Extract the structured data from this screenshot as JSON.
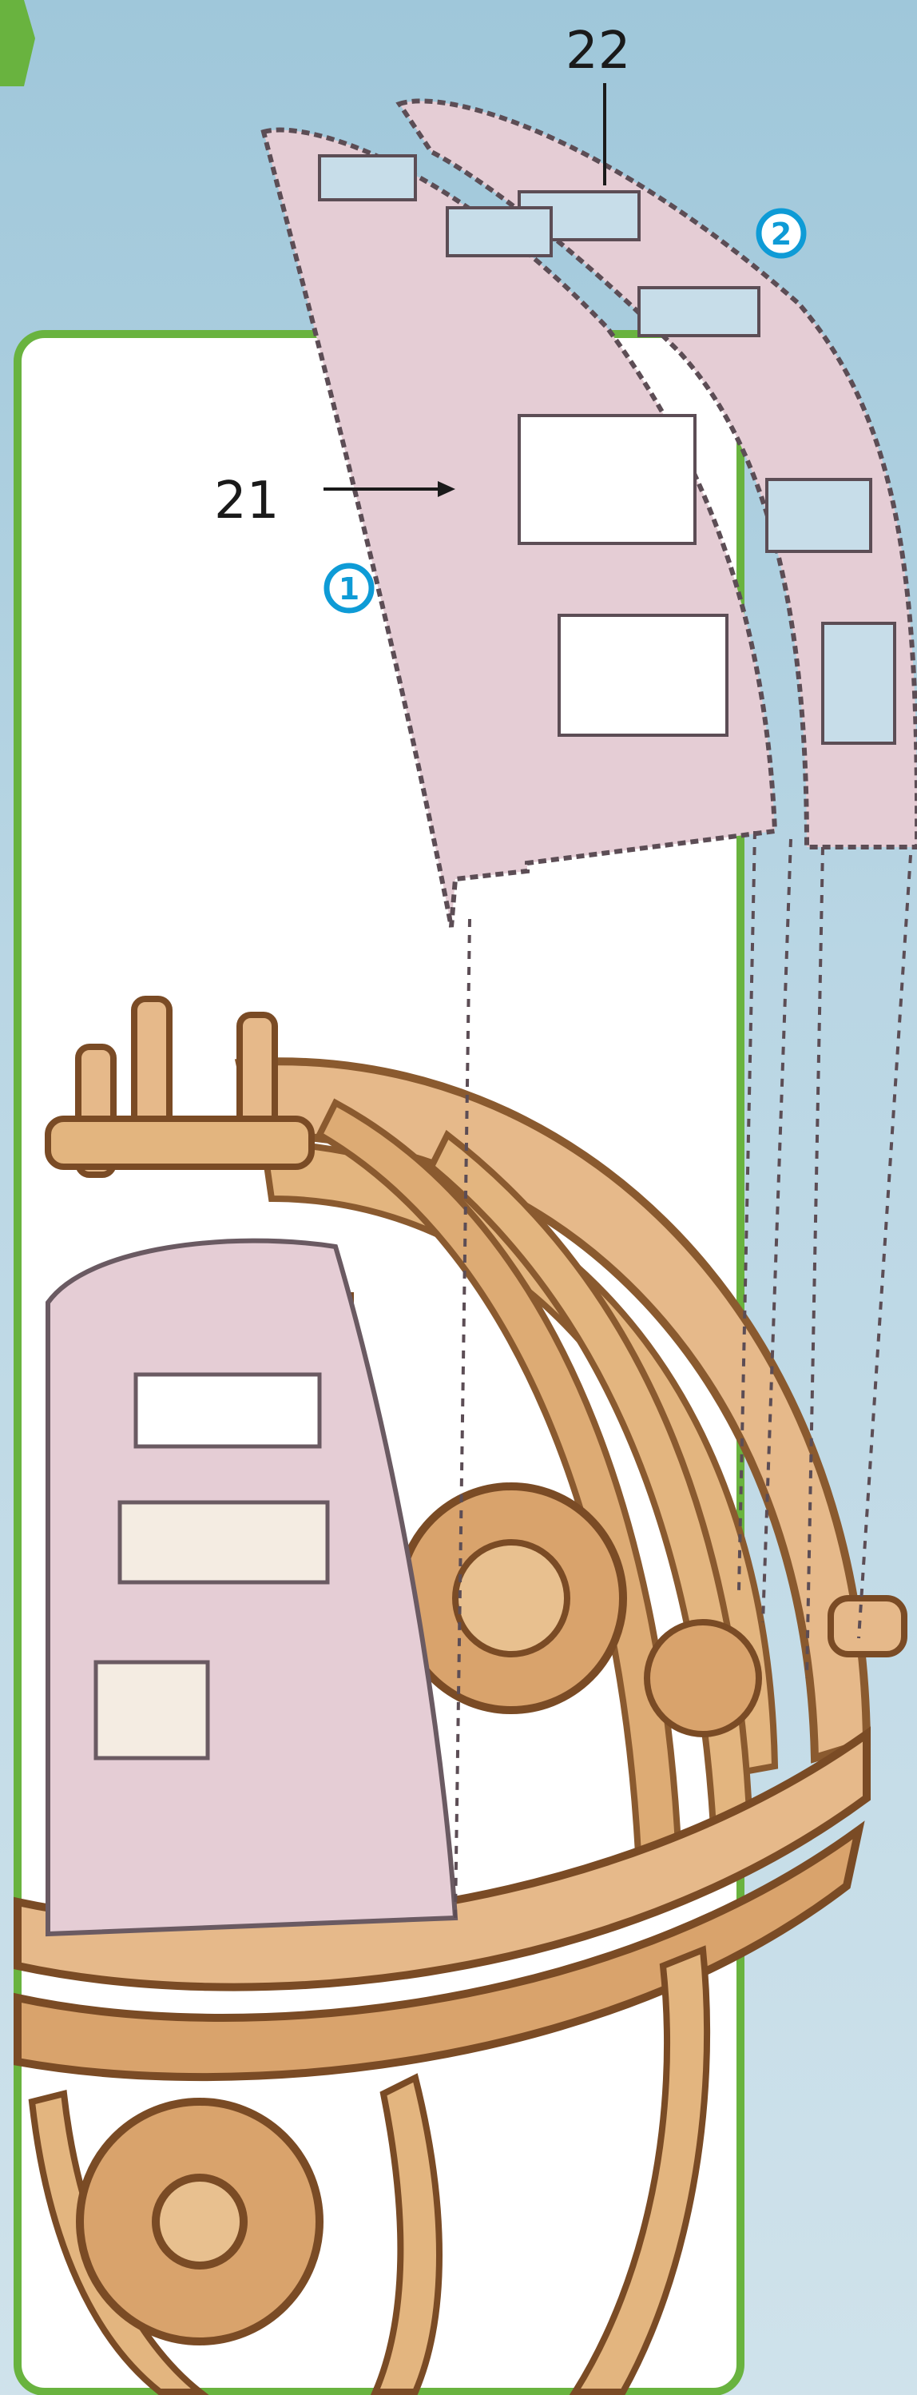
{
  "parts": {
    "part_21": "21",
    "part_22": "22"
  },
  "steps": {
    "step_1": "1",
    "step_2": "2"
  },
  "colors": {
    "frame_green": "#69b33f",
    "part_pink": "#e5cdd5",
    "wood": "#e3b57f",
    "wood_dark": "#8a5a2f",
    "step_blue": "#0e9bd6"
  }
}
